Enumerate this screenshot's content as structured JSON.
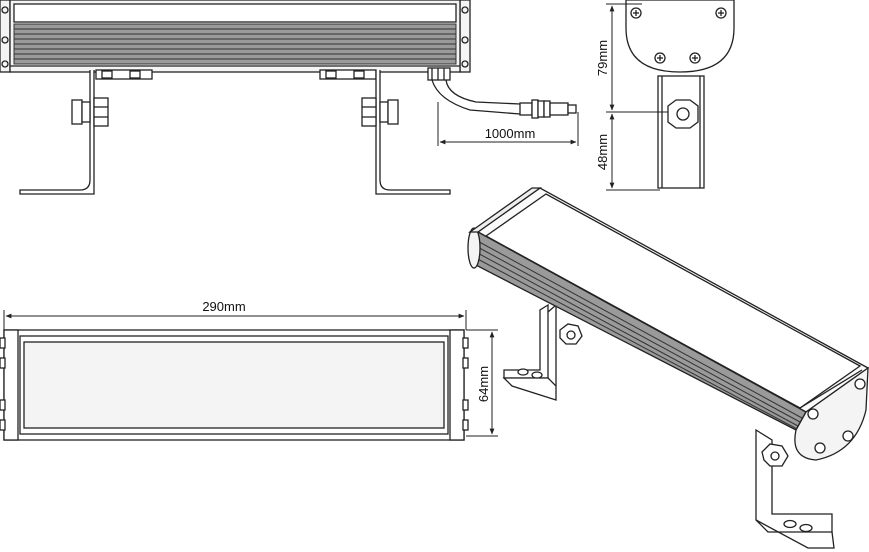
{
  "dimensions": {
    "cable_length": "1000mm",
    "length": "290mm",
    "width": "64mm",
    "height_upper": "79mm",
    "height_lower": "48mm"
  },
  "colors": {
    "line": "#222222",
    "fill_light": "#f4f4f4",
    "fill_dark": "#8a8a8a",
    "background": "#ffffff"
  }
}
